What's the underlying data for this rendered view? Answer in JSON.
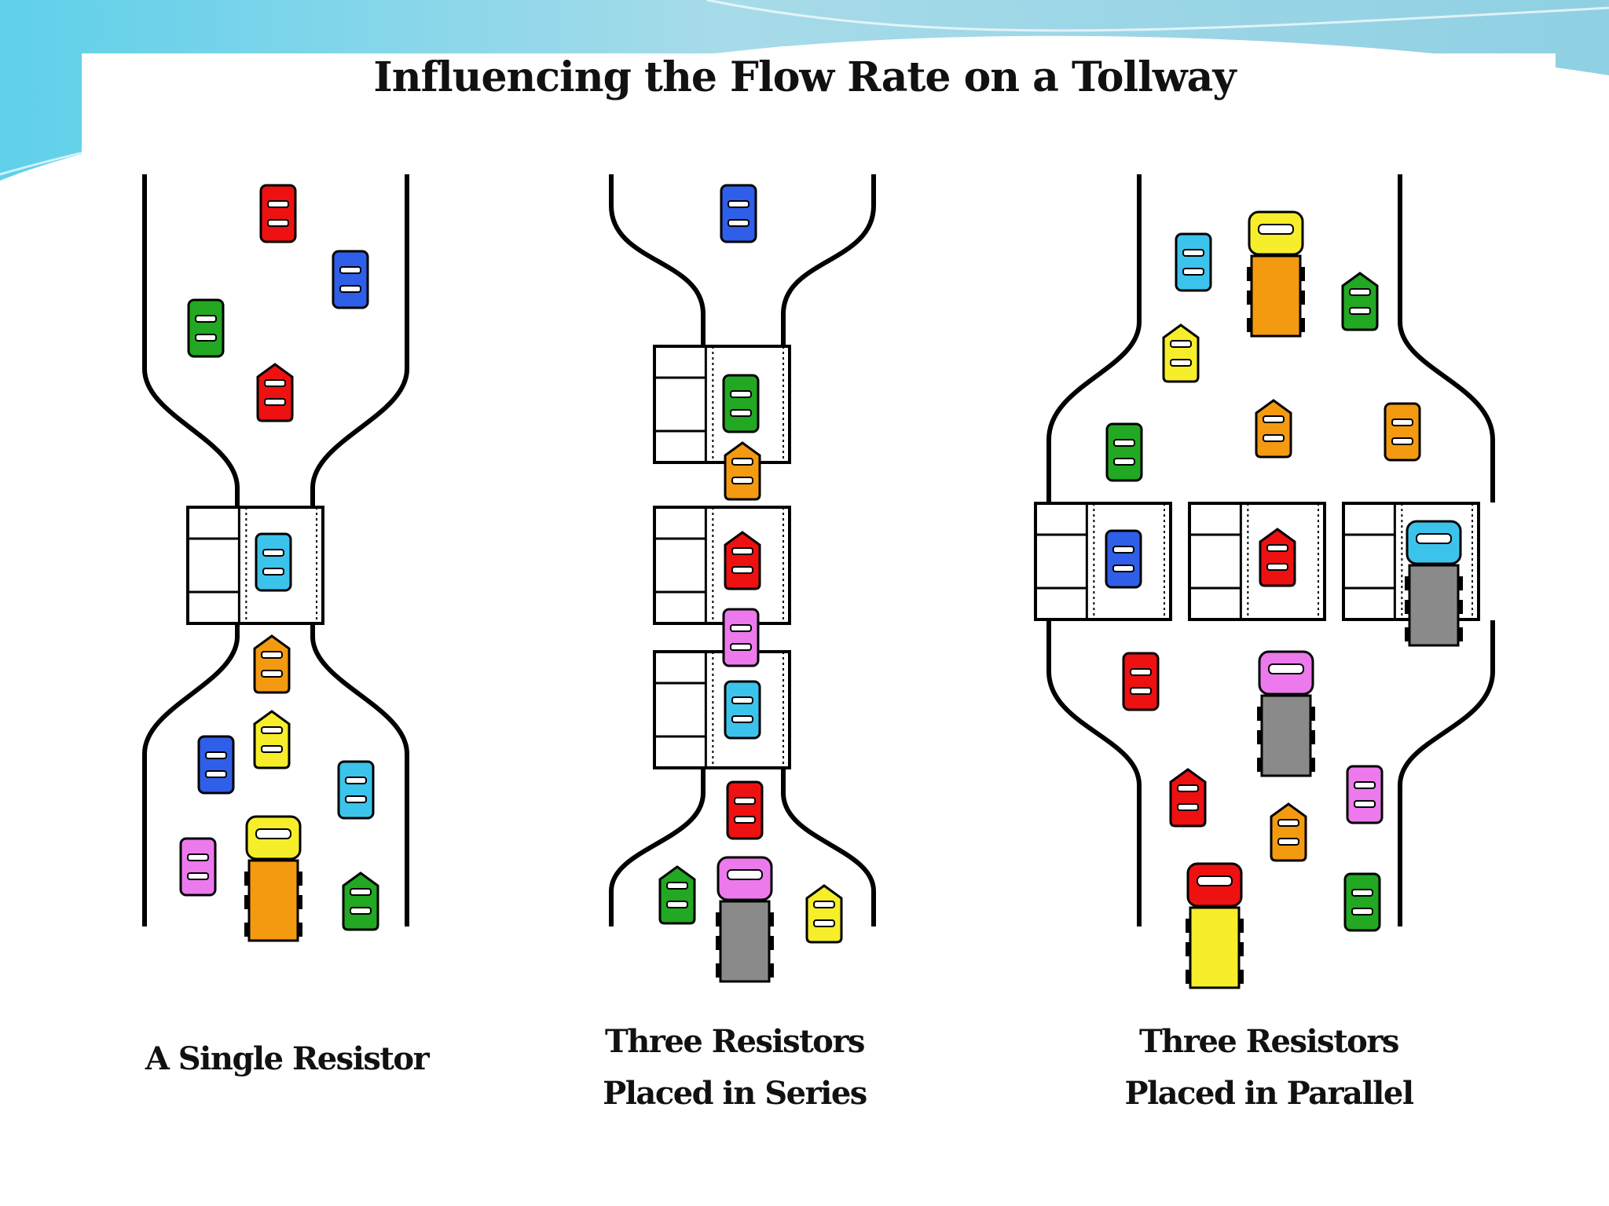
{
  "title": "Influencing the Flow Rate on a Tollway",
  "captions": {
    "single": "A Single Resistor",
    "series_line1": "Three Resistors",
    "series_line2": "Placed in Series",
    "parallel_line1": "Three Resistors",
    "parallel_line2": "Placed in Parallel"
  },
  "colors": {
    "background_wave": "#8ed4e6",
    "road_line": "#000000",
    "red": "#ee1111",
    "blue": "#2f5fe8",
    "green": "#22a822",
    "cyan": "#3cc3ec",
    "orange": "#f39a11",
    "yellow": "#f6ee2a",
    "pink": "#ec7aec",
    "gray": "#8a8a8a"
  }
}
